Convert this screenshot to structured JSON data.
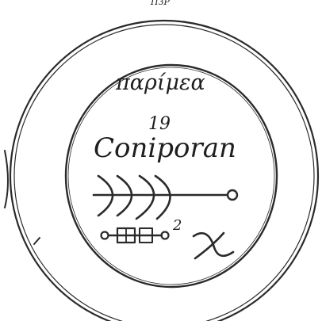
{
  "seal": {
    "top_fragment": "ПЗР",
    "name_line": "παρίμεα",
    "number": "19",
    "spirit_name": "Coniporan",
    "exponent": "2",
    "symbol": "χ"
  },
  "colors": {
    "ink": "#2a2a2a",
    "paper": "#ffffff"
  },
  "icons": [
    "outer-ring-icon",
    "inner-ring-icon",
    "trident-arrow-glyph-icon",
    "key-glyph-icon",
    "chi-symbol-icon"
  ]
}
